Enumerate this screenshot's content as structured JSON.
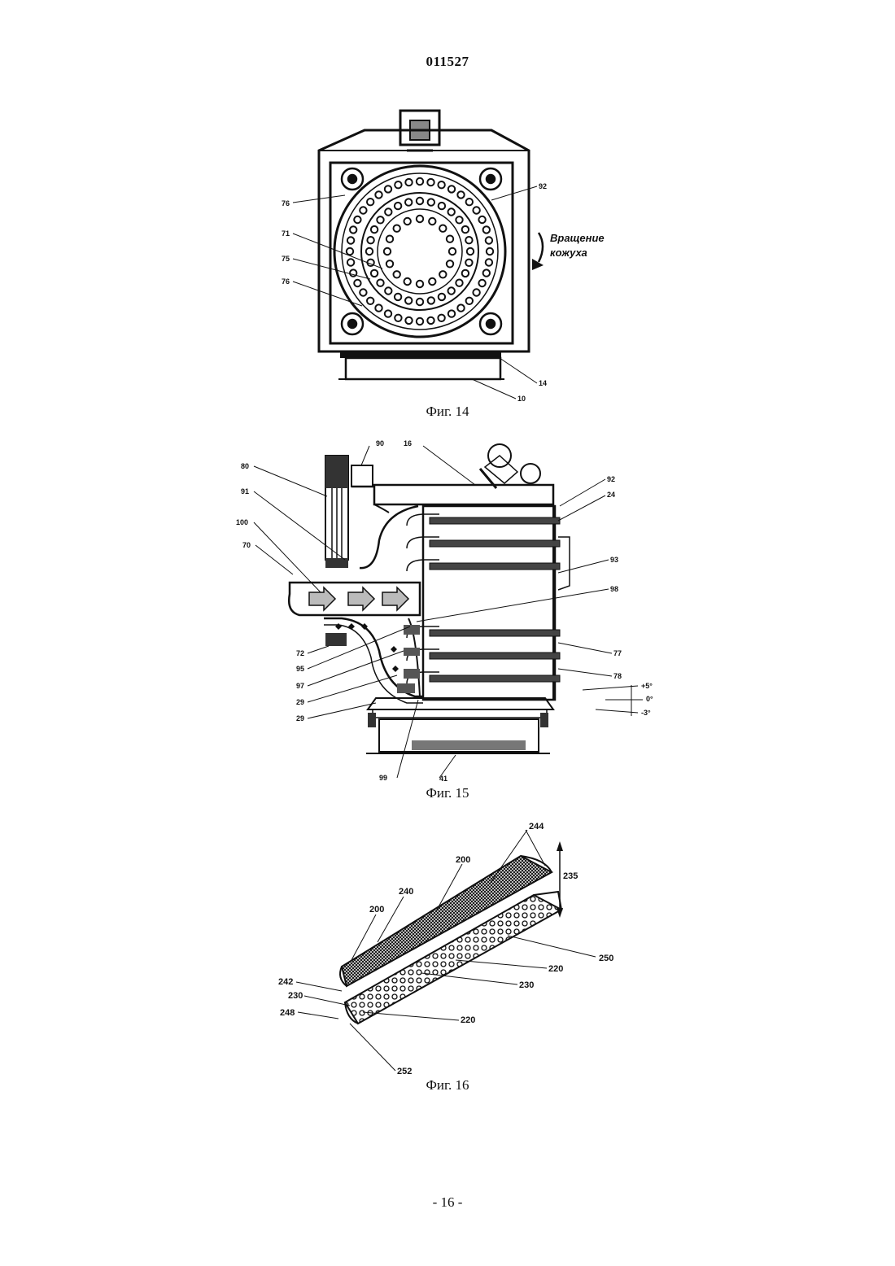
{
  "header": {
    "doc_number": "011527"
  },
  "figure14": {
    "caption": "Фиг. 14",
    "rotation_text_line1": "Вращение",
    "rotation_text_line2": "кожуха",
    "labels": {
      "l76a": "76",
      "l92": "92",
      "l71": "71",
      "l75": "75",
      "l76b": "76",
      "l14": "14",
      "l10": "10"
    }
  },
  "figure15": {
    "caption": "Фиг. 15",
    "labels": {
      "l90": "90",
      "l16": "16",
      "l80": "80",
      "l92": "92",
      "l24": "24",
      "l91": "91",
      "l100": "100",
      "l70": "70",
      "l93": "93",
      "l98": "98",
      "l72": "72",
      "l77": "77",
      "l95": "95",
      "l78": "78",
      "l97": "97",
      "l29a": "29",
      "l29b": "29",
      "l99": "99",
      "l41": "41"
    },
    "angles": {
      "plus": "+5°",
      "zero": "0°",
      "minus": "-3°"
    }
  },
  "figure16": {
    "caption": "Фиг. 16",
    "labels": {
      "l244": "244",
      "l235": "235",
      "l200a": "200",
      "l240": "240",
      "l200b": "200",
      "l250": "250",
      "l220a": "220",
      "l242": "242",
      "l230a": "230",
      "l230b": "230",
      "l248": "248",
      "l220b": "220",
      "l252": "252"
    }
  },
  "footer": {
    "page_number": "- 16 -"
  }
}
